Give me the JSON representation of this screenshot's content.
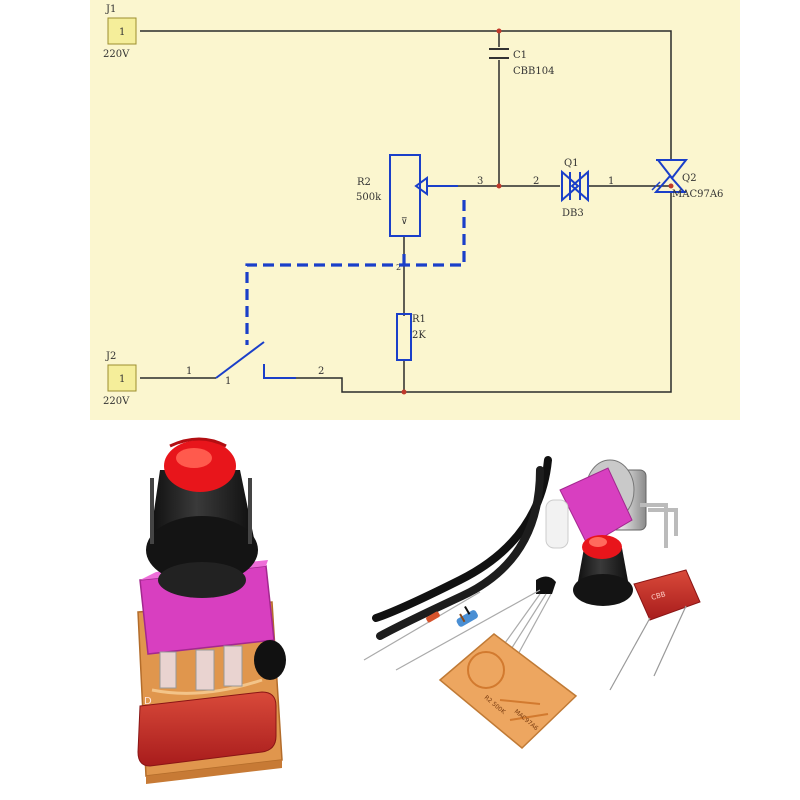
{
  "schematic": {
    "connectors": [
      {
        "ref": "J1",
        "pin": "1",
        "value": "220V"
      },
      {
        "ref": "J2",
        "pin": "1",
        "value": "220V"
      }
    ],
    "components": [
      {
        "ref": "C1",
        "value": "CBB104"
      },
      {
        "ref": "R2",
        "value": "500k"
      },
      {
        "ref": "Q1",
        "value": "DB3"
      },
      {
        "ref": "Q2",
        "value": "MAC97A6"
      },
      {
        "ref": "R1",
        "value": "2K"
      }
    ],
    "pin_numbers": {
      "r2_wiper": "3",
      "q1_left": "2",
      "q1_right": "1",
      "switch_left": "1",
      "switch_pole": "1",
      "switch_right": "2",
      "r2_bottom": "2"
    }
  },
  "colors": {
    "panel_bg": "#fbf6cf",
    "wire": "#2b2b2b",
    "component": "#1a3fc9",
    "junction": "#c0392b",
    "connector_fill": "#f5ee9a",
    "knob_cap": "#e8151b",
    "knob_body": "#1c1c1c",
    "pot_housing": "#d83fc0",
    "capacitor": "#c8292a",
    "pcb": "#e8a35a"
  },
  "photo_left": {
    "icons": [
      "dimmer-knob-icon",
      "potentiometer-icon",
      "capacitor-icon",
      "pcb-icon"
    ]
  },
  "photo_right": {
    "icons": [
      "wire-pair-icon",
      "potentiometer-icon",
      "knob-icon",
      "capacitor-icon",
      "diode-icon",
      "resistor-icon",
      "transistor-icon",
      "pcb-icon"
    ]
  }
}
